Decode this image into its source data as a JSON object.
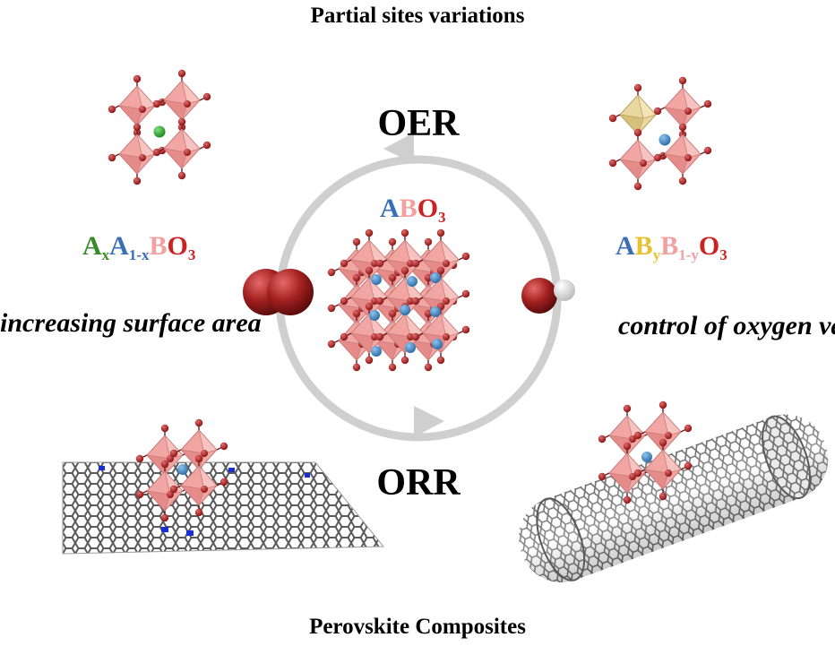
{
  "title_top": "Partial sites variations",
  "title_bottom": "Perovskite Composites",
  "cycle": {
    "top_label": "OER",
    "bottom_label": "ORR"
  },
  "notes": {
    "left": "increasing surface area",
    "right": "control of oxygen vacancies"
  },
  "formulas": {
    "center": {
      "a": "A",
      "b": "B",
      "o": "O",
      "o_sub": "3"
    },
    "left": {
      "a": "A",
      "a_sub": "x",
      "a2": "A",
      "a2_sub": "1-x",
      "b": "B",
      "o": "O",
      "o_sub": "3"
    },
    "right": {
      "a": "A",
      "b": "B",
      "b_sub": "y",
      "b2": "B",
      "b2_sub": "1-y",
      "o": "O",
      "o_sub": "3"
    }
  },
  "colors": {
    "a_site": "#3a6fb8",
    "a_site_dopant": "#3a8a2a",
    "b_site": "#f4a0a0",
    "b_site_dopant": "#e8c030",
    "oxygen": "#cc2222",
    "octahedron": "#f2a6a4",
    "oxygen_atom": "#b02a2a",
    "cycle_arrow": "#cfcfcf",
    "graphene": "#8a8a8a"
  },
  "icons": {
    "o2_molecule": "o2-molecule-icon",
    "oh_molecule": "oh-molecule-icon"
  }
}
